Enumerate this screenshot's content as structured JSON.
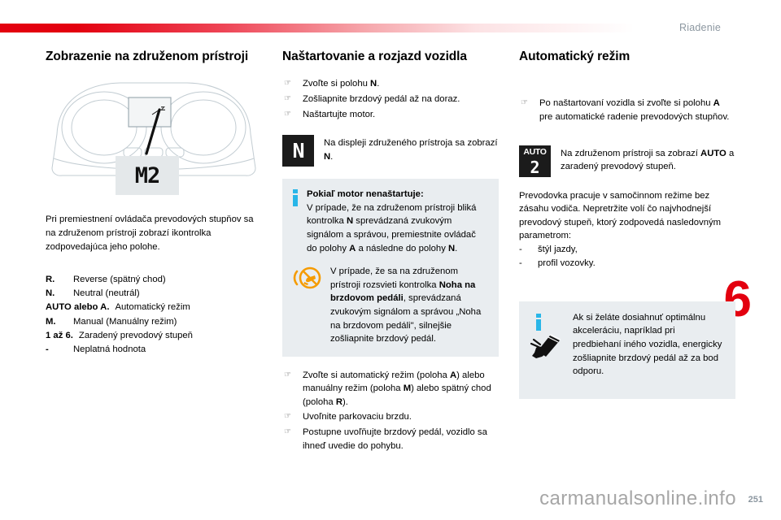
{
  "header": {
    "section_title": "Riadenie",
    "chapter_number": "6"
  },
  "footer": {
    "watermark": "carmanualsonline.info",
    "page_number": "251"
  },
  "left_column": {
    "title": "Zobrazenie na združenom prístroji",
    "illustration": {
      "callout_text": "M2",
      "alt": "instrument-cluster-with-gear-display"
    },
    "paragraph": "Pri premiestnení ovládača prevodových stupňov sa na združenom prístroji zobrazí ikontrolka zodpovedajúca jeho polohe.",
    "definitions": [
      {
        "term": "R.",
        "desc": "Reverse (spätný chod)"
      },
      {
        "term": "N.",
        "desc": "Neutral (neutrál)"
      },
      {
        "term": "AUTO alebo A.",
        "desc": "Automatický režim"
      },
      {
        "term": "M.",
        "desc": "Manual (Manuálny režim)"
      },
      {
        "term": "1 až 6.",
        "desc": "Zaradený prevodový stupeň"
      },
      {
        "term": "-",
        "desc": "Neplatná hodnota"
      }
    ]
  },
  "middle_column": {
    "title": "Naštartovanie a rozjazd vozidla",
    "steps_top": [
      "Zvoľte si polohu N.",
      "Zošliapnite brzdový pedál až na doraz.",
      "Naštartujte motor."
    ],
    "steps_top_bold": [
      "N",
      "",
      ""
    ],
    "lcd_n": {
      "symbol": "N",
      "text_before": "Na displeji združeného prístroja sa zobrazí ",
      "text_bold": "N",
      "text_after": "."
    },
    "info_box": {
      "heading": "Pokiaľ motor nenaštartuje:",
      "body_1": "V prípade, že na združenom prístroji bliká kontrolka ",
      "body_1_b1": "N",
      "body_1_cont": " sprevádzaná zvukovým signálom a správou, premiestnite ovládač do polohy ",
      "body_1_b2": "A",
      "body_1_cont2": " a následne do polohy ",
      "body_1_b3": "N",
      "body_1_end": ".",
      "brake_icon_name": "foot-on-brake-pedal-warning-icon",
      "body_2_start": "V prípade, že sa na združenom prístroji rozsvieti kontrolka ",
      "body_2_bold": "Noha na brzdovom pedáli",
      "body_2_end": ", sprevádzaná zvukovým signálom a správou „Noha na brzdovom pedáli\", silnejšie zošliapnite brzdový pedál."
    },
    "steps_bottom": [
      "Zvoľte si automatický režim (poloha A) alebo manuálny režim (poloha M) alebo spätný chod (poloha R).",
      "Uvoľnite parkovaciu brzdu.",
      "Postupne uvoľňujte brzdový pedál, vozidlo sa ihneď uvedie do pohybu."
    ]
  },
  "right_column": {
    "title": "Automatický režim",
    "step": "Po naštartovaní vozidla si zvoľte si polohu A pre automatické radenie prevodových stupňov.",
    "lcd_auto": {
      "word": "AUTO",
      "digit": "2",
      "text_start": "Na združenom prístroji sa zobrazí ",
      "text_bold": "AUTO",
      "text_end": " a zaradený prevodový stupeň."
    },
    "paragraph": "Prevodovka pracuje v samočinnom režime bez zásahu vodiča. Nepretržite volí čo najvhodnejší prevodový stupeň, ktorý zodpovedá nasledovným parametrom:",
    "parameters": [
      "štýl jazdy,",
      "profil vozovky."
    ],
    "info_box": {
      "text": "Ak si želáte dosiahnuť optimálnu akceleráciu, napríklad pri predbiehaní iného vozidla, energicky zošliapnite brzdový pedál až za bod odporu.",
      "pedal_icon_name": "kickdown-pedal-icon"
    }
  },
  "colors": {
    "accent_red": "#e3000f",
    "info_blue": "#29b6e8",
    "warning_orange": "#f59b00",
    "info_box_bg": "#e9edf0",
    "header_grey": "#8c97a0"
  }
}
